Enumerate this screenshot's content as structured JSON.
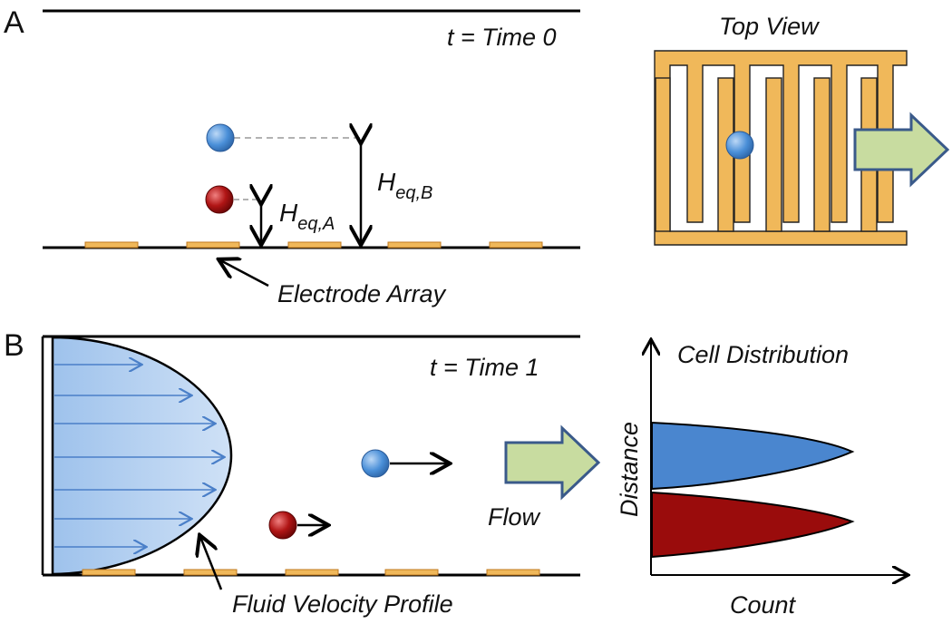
{
  "panel_a": {
    "letter": "A",
    "time_label": "t = Time 0",
    "height_b_main": "H",
    "height_b_sub": "eq,B",
    "height_a_main": "H",
    "height_a_sub": "eq,A",
    "electrode_label": "Electrode Array",
    "top_view_label": "Top View"
  },
  "panel_b": {
    "letter": "B",
    "time_label": "t = Time 1",
    "flow_label": "Flow",
    "profile_label": "Fluid Velocity Profile",
    "distribution_title": "Cell Distribution",
    "y_axis_label": "Distance",
    "x_axis_label": "Count"
  },
  "colors": {
    "electrode": "#f0b85a",
    "electrode_outline": "#c07a20",
    "cell_blue": "#4a8fd8",
    "cell_red": "#a01010",
    "flow_arrow_fill": "#c8dca0",
    "flow_arrow_stroke": "#3a5a8a",
    "velocity_fill": "#a8c8ee",
    "dist_blue": "#4a86cf",
    "dist_red": "#9a0c0c"
  }
}
